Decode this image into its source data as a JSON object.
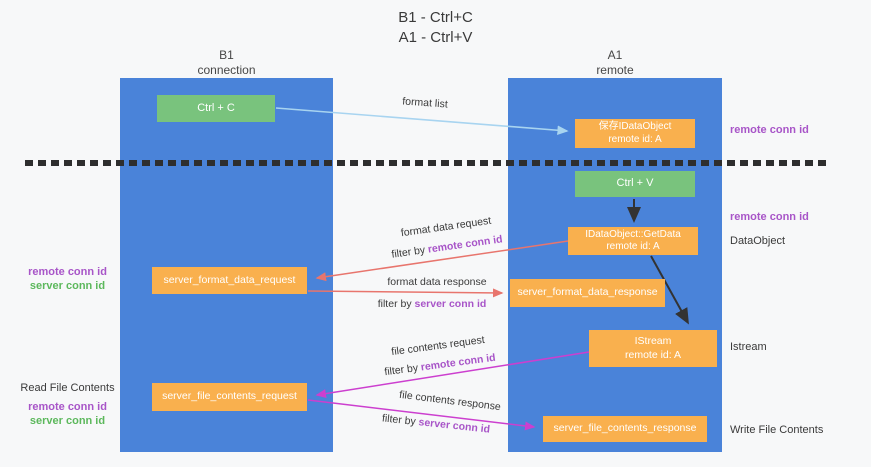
{
  "title": {
    "line1": "B1 - Ctrl+C",
    "line2": "A1 - Ctrl+V"
  },
  "lanes": {
    "left": {
      "name": "B1",
      "role": "connection"
    },
    "right": {
      "name": "A1",
      "role": "remote"
    }
  },
  "nodes": {
    "ctrl_c": {
      "label": "Ctrl + C"
    },
    "save_idataobject": {
      "line1": "保存IDataObject",
      "line2": "remote id: A"
    },
    "ctrl_v": {
      "label": "Ctrl + V"
    },
    "getdata": {
      "line1": "IDataObject::GetData",
      "line2": "remote id: A"
    },
    "server_format_data_request": {
      "label": "server_format_data_request"
    },
    "server_format_data_response": {
      "label": "server_format_data_response"
    },
    "istream": {
      "line1": "IStream",
      "line2": "remote id: A"
    },
    "server_file_contents_request": {
      "label": "server_file_contents_request"
    },
    "server_file_contents_response": {
      "label": "server_file_contents_response"
    }
  },
  "arrow_labels": {
    "format_list": "format list",
    "format_data_request": "format data request",
    "format_data_response": "format data response",
    "file_contents_request": "file contents request",
    "file_contents_response": "file contents response",
    "filter_by": "filter by ",
    "remote_conn_id": "remote conn id",
    "server_conn_id": "server conn id"
  },
  "side_labels": {
    "right_remote_conn_id_top": "remote conn id",
    "right_remote_conn_id_mid": "remote conn id",
    "data_object": "DataObject",
    "istream": "Istream",
    "write_file_contents": "Write File Contents",
    "left_remote_conn_id_1": "remote conn id",
    "left_server_conn_id_1": "server conn id",
    "read_file_contents": "Read File Contents",
    "left_remote_conn_id_2": "remote conn id",
    "left_server_conn_id_2": "server conn id"
  },
  "colors": {
    "lane_blue": "#4a83d9",
    "box_green": "#79c37d",
    "box_orange": "#f9b04e",
    "purple_label": "#a855c8",
    "green_label": "#5cb85c",
    "salmon_arrow": "#e8756d",
    "magenta_arrow": "#cc3fcf",
    "light_blue_arrow": "#a8d4f0",
    "black_arrow": "#333333",
    "dashed_line": "#2e2e2e"
  }
}
